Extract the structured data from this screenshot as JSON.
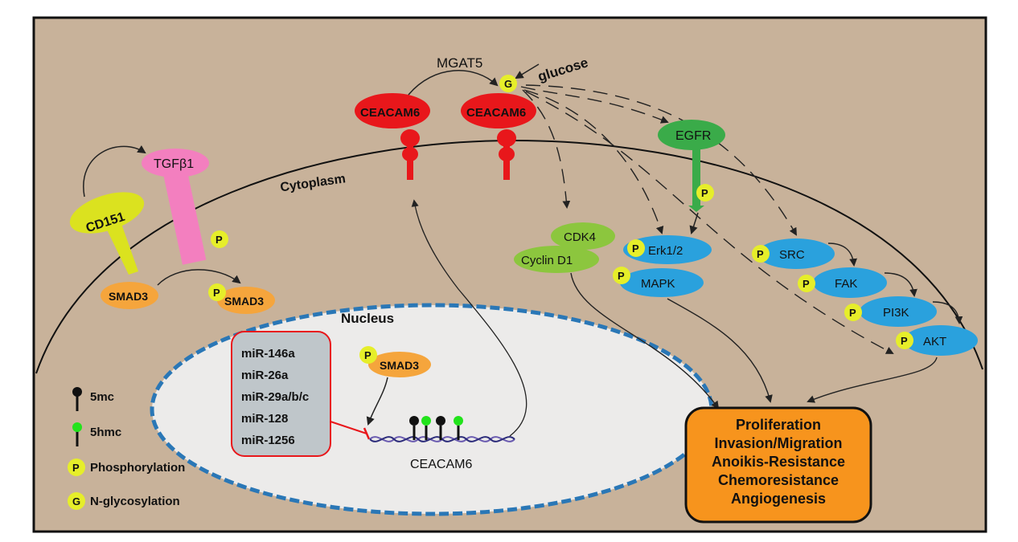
{
  "labels": {
    "cytoplasm": "Cytoplasm",
    "nucleus": "Nucleus",
    "mgat5": "MGAT5",
    "glucose": "glucose",
    "ceacam6_a": "CEACAM6",
    "ceacam6_b": "CEACAM6",
    "ceacam6_gene": "CEACAM6",
    "tgfb1": "TGFβ1",
    "cd151": "CD151",
    "smad3_a": "SMAD3",
    "smad3_b": "SMAD3",
    "smad3_c": "SMAD3",
    "egfr": "EGFR",
    "cdk4": "CDK4",
    "cyclin_d1": "Cyclin D1",
    "erk": "Erk1/2",
    "mapk": "MAPK",
    "src": "SRC",
    "fak": "FAK",
    "pi3k": "PI3K",
    "akt": "AKT",
    "p": "P",
    "g": "G"
  },
  "mirnas": [
    "miR-146a",
    "miR-26a",
    "miR-29a/b/c",
    "miR-128",
    "miR-1256"
  ],
  "outcomes": [
    "Proliferation",
    "Invasion/Migration",
    "Anoikis-Resistance",
    "Chemoresistance",
    "Angiogenesis"
  ],
  "legend": {
    "mc": "5mc",
    "hmc": "5hmc",
    "phos": "Phosphorylation",
    "glyco": "N-glycosylation"
  },
  "colors": {
    "background": "#c8b29a",
    "ceacam6": "#e8171b",
    "tgfb1": "#f37fbf",
    "cd151": "#dbe21f",
    "smad3": "#f5a53c",
    "egfr": "#3aab49",
    "cdk4": "#8cc63e",
    "kinase": "#2aa1dd",
    "badge": "#e6ee2a",
    "outcome": "#f7941d",
    "nucleus": "#ecebea",
    "nucleus_border": "#2a77b6",
    "mirna_box": "#bfc6ca",
    "mirna_border": "#e8171b",
    "dot_5hmc": "#22e31c"
  }
}
